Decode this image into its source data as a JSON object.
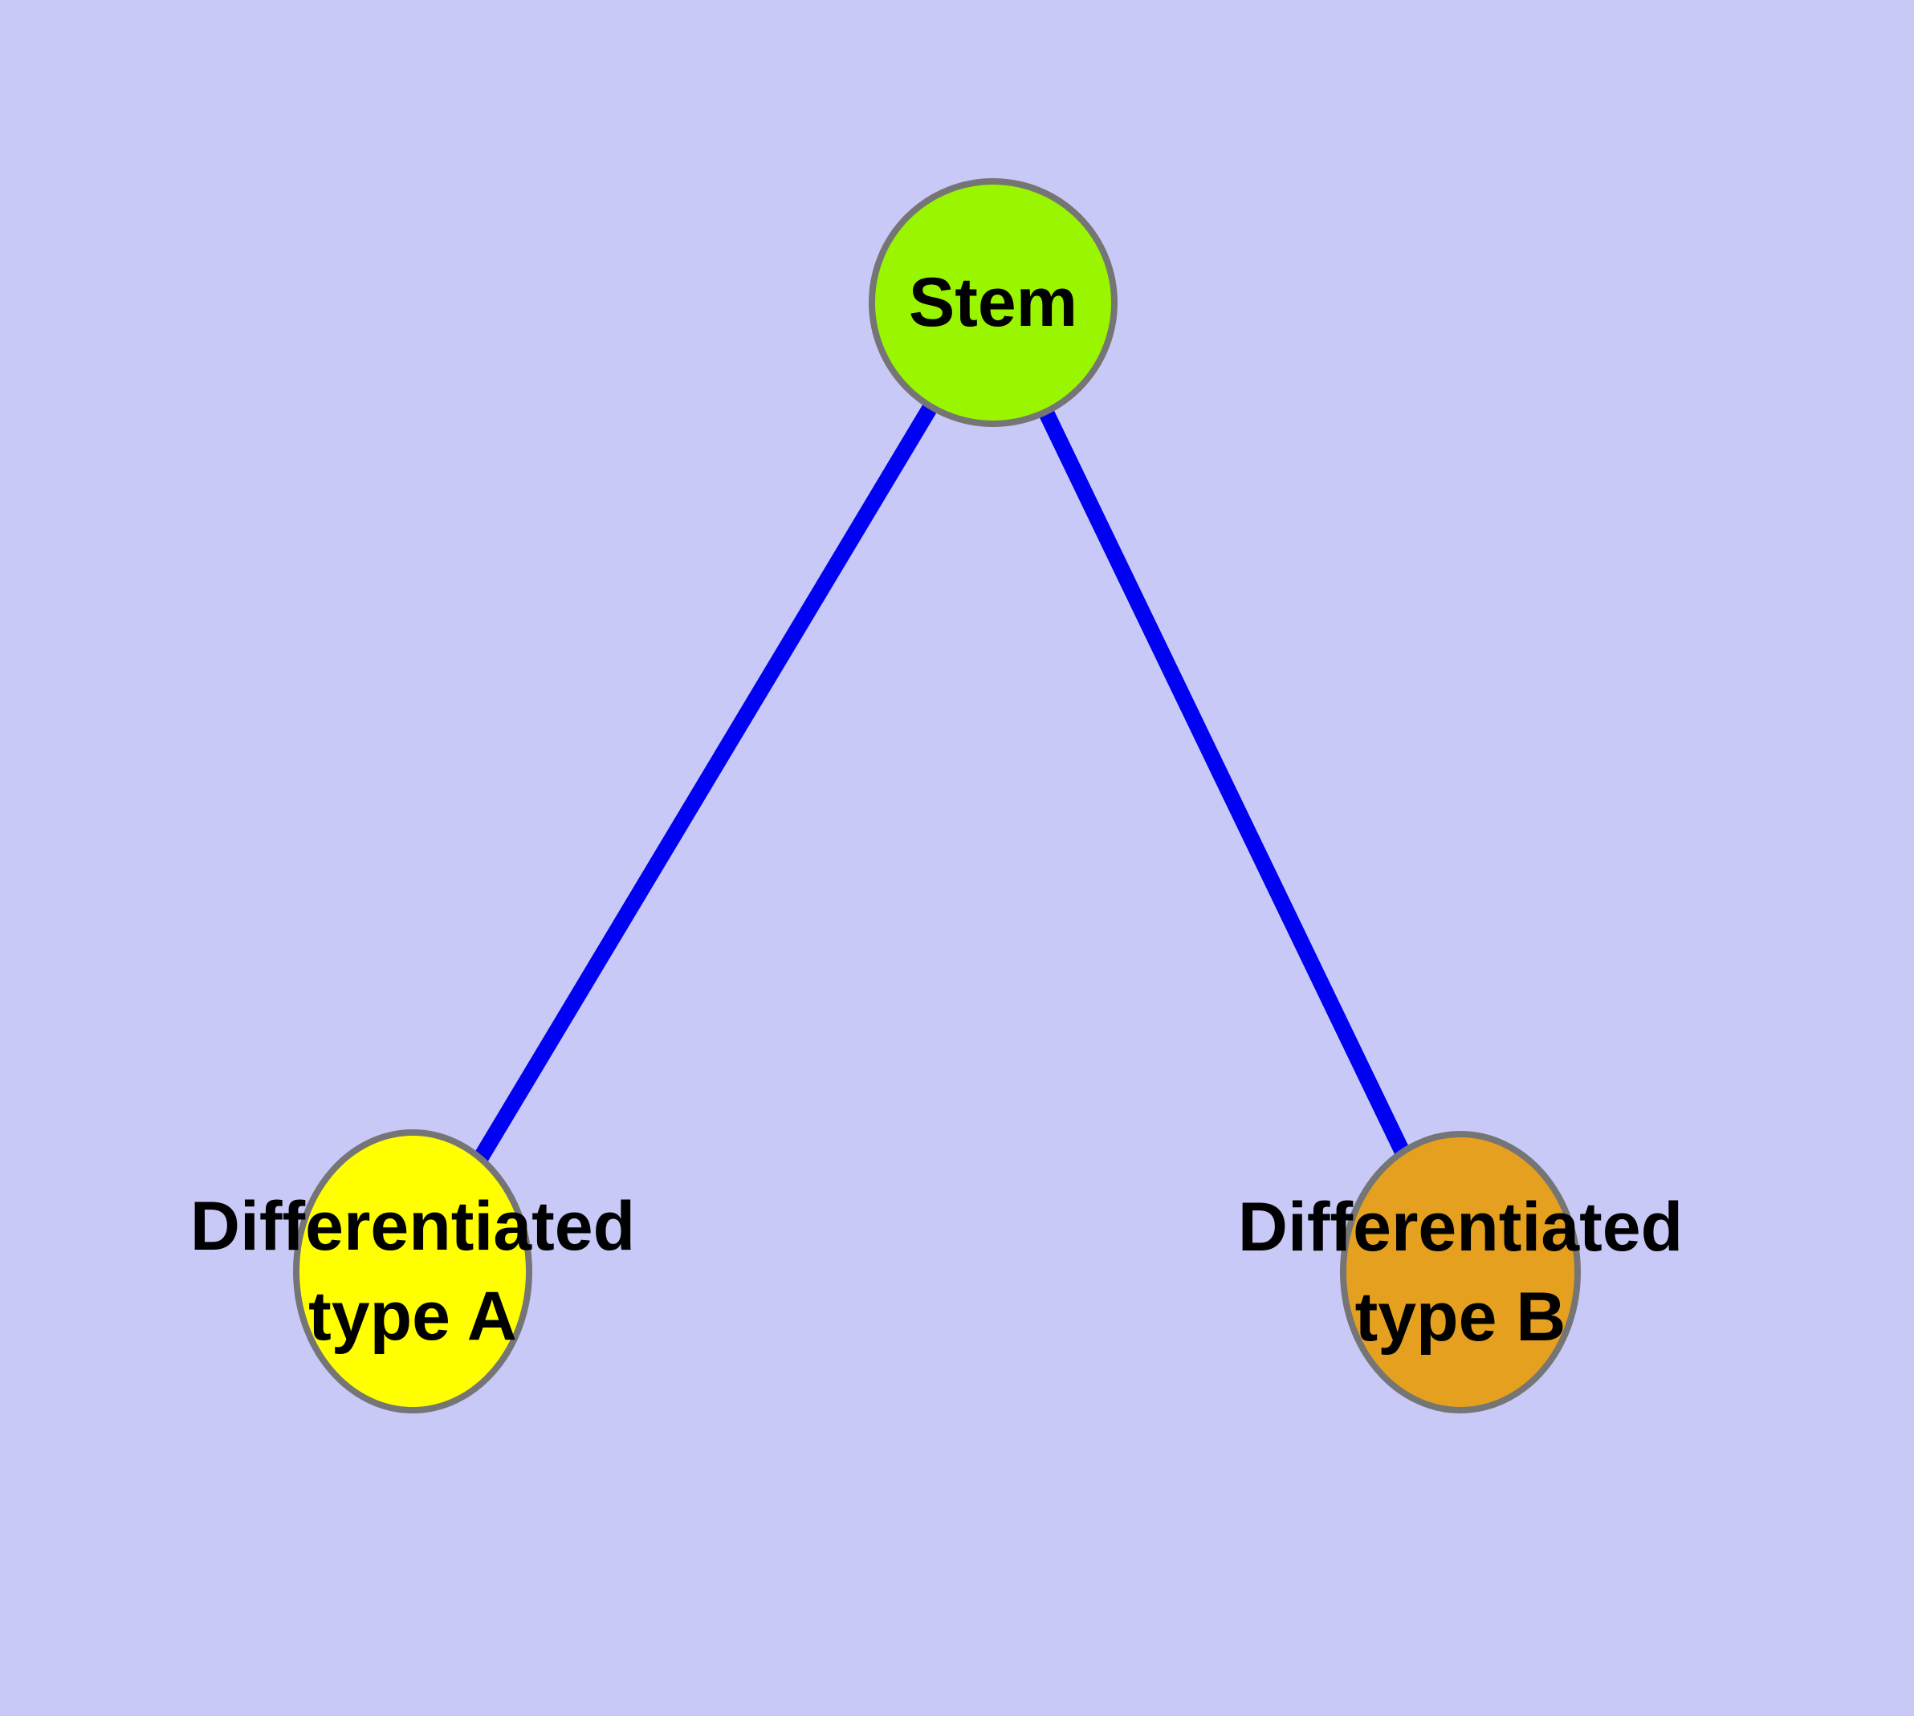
{
  "diagram": {
    "background_color": "#C9C9F7",
    "edge_color": "#0000F2",
    "node_border_color": "#757575",
    "label_color": "#000000",
    "nodes": {
      "stem": {
        "label": "Stem",
        "fill": "#99F500"
      },
      "type_a": {
        "label_line1": "Differentiated",
        "label_line2": "type A",
        "fill": "#FFFF00"
      },
      "type_b": {
        "label_line1": "Differentiated",
        "label_line2": "type B",
        "fill": "#E6A01F"
      }
    },
    "edges": [
      {
        "from": "Stem",
        "to": "Differentiated type A"
      },
      {
        "from": "Stem",
        "to": "Differentiated type B"
      }
    ]
  }
}
